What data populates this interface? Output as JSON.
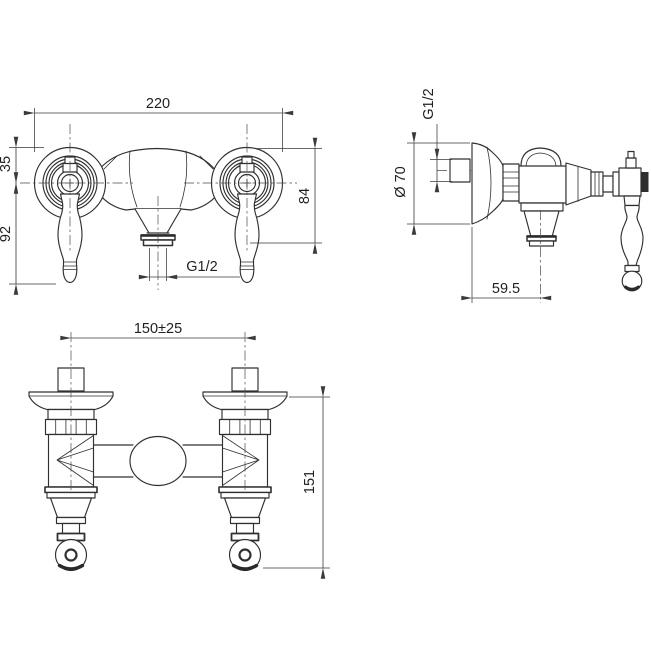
{
  "drawing": {
    "front": {
      "width": "220",
      "top_to_axis": "35",
      "axis_to_handle_end": "92",
      "height": "84",
      "outlet_thread": "G1/2"
    },
    "side": {
      "inlet_thread": "G1/2",
      "flange_diameter": "Ø 70",
      "wall_to_spout_axis": "59.5"
    },
    "plan": {
      "inlet_spacing": "150±25",
      "depth": "151"
    }
  }
}
